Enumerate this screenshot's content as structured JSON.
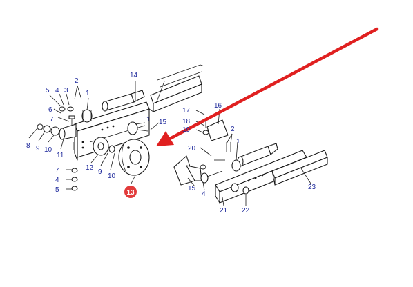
{
  "labels": {
    "l1a": "1",
    "l2a": "2",
    "l3": "3",
    "l4a": "4",
    "l5a": "5",
    "l6": "6",
    "l7a": "7",
    "l8": "8",
    "l9a": "9",
    "l10": "10",
    "l11": "11",
    "l12": "12",
    "l14": "14",
    "l1b": "1",
    "l15a": "15",
    "l9b": "9",
    "l7b": "7",
    "l4b": "4",
    "l5b": "5",
    "l17": "17",
    "l18": "18",
    "l16": "16",
    "l13b": "13",
    "l2b": "2",
    "l1c": "1",
    "l20": "20",
    "l19": "19",
    "l15b": "15",
    "l4c": "4",
    "l21": "21",
    "l22": "22",
    "l23": "23"
  },
  "highlight": {
    "part_number": "13",
    "badge_color": "#e23b3b",
    "arrow_color": "#e02020"
  }
}
